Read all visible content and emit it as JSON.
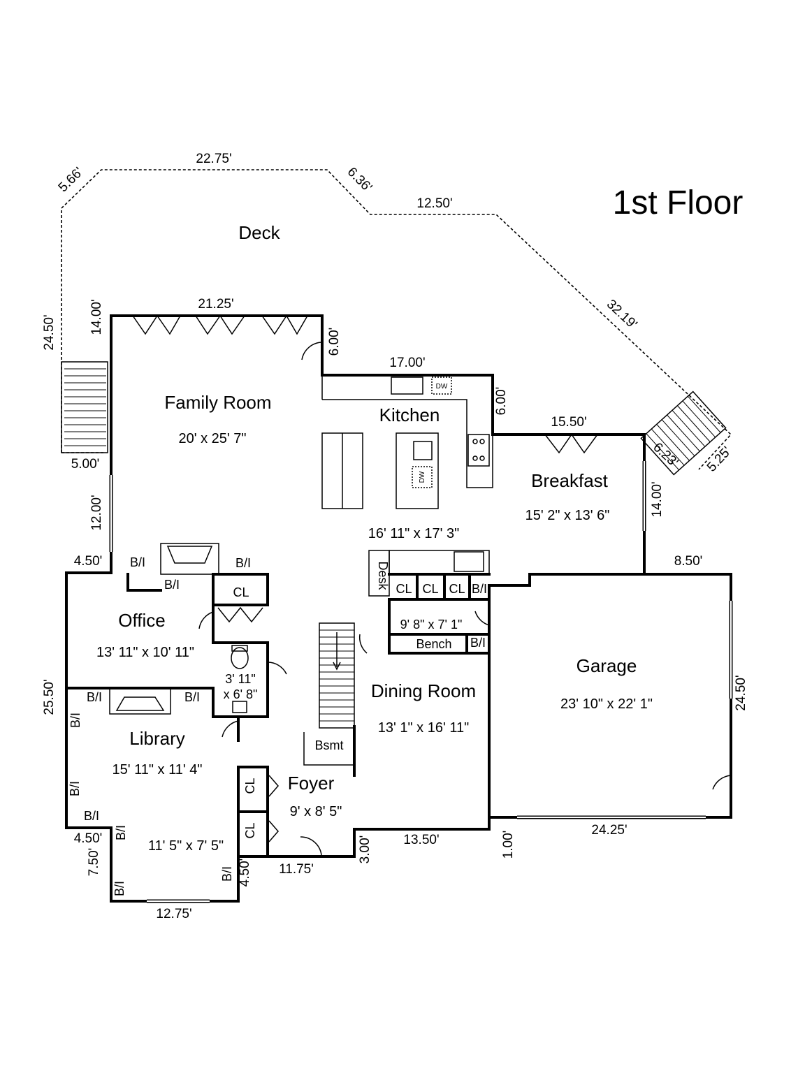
{
  "title": "1st Floor",
  "rooms": {
    "deck": {
      "name": "Deck"
    },
    "family_room": {
      "name": "Family Room",
      "size": "20' x 25' 7\""
    },
    "kitchen": {
      "name": "Kitchen",
      "size": "16' 11\" x 17' 3\""
    },
    "breakfast": {
      "name": "Breakfast",
      "size": "15' 2\" x 13' 6\""
    },
    "office": {
      "name": "Office",
      "size": "13' 11\" x 10' 11\""
    },
    "library": {
      "name": "Library",
      "size": "15' 11\" x 11' 4\"",
      "size2": "11' 5\" x 7' 5\""
    },
    "powder": {
      "size_line1": "3' 11\"",
      "size_line2": "x 6' 8\""
    },
    "mudroom": {
      "size": "9' 8\" x 7' 1\""
    },
    "dining_room": {
      "name": "Dining Room",
      "size": "13' 1\" x 16' 11\""
    },
    "foyer": {
      "name": "Foyer",
      "size": "9' x 8' 5\""
    },
    "garage": {
      "name": "Garage",
      "size": "23' 10\" x 22' 1\""
    }
  },
  "labels": {
    "bi": "B/I",
    "cl": "CL",
    "desk": "Desk",
    "bench": "Bench",
    "bsmt": "Bsmt",
    "dw": "DW"
  },
  "dimensions": {
    "deck_top": "22.75'",
    "deck_diag_left": "5.66'",
    "deck_diag_mid": "6.36'",
    "deck_right": "12.50'",
    "deck_long_diag": "32.19'",
    "deck_left": "24.50'",
    "family_left_top": "14.00'",
    "family_top": "21.25'",
    "family_step": "6.00'",
    "kitchen_top": "17.00'",
    "kitchen_right": "6.00'",
    "breakfast_top": "15.50'",
    "stair_diag": "6.23'",
    "stair_diag2": "5.25'",
    "breakfast_right": "14.00'",
    "stair_bottom": "5.00'",
    "family_left_low": "12.00'",
    "office_top_left": "4.50'",
    "garage_top": "8.50'",
    "left_wall": "25.50'",
    "garage_right": "24.50'",
    "library_step": "4.50'",
    "library_left_low": "7.50'",
    "library_bottom": "12.75'",
    "library_right_low": "4.50'",
    "foyer_bottom": "11.75'",
    "dining_step": "3.00'",
    "dining_bottom": "13.50'",
    "garage_step": "1.00'",
    "garage_bottom": "24.25'"
  }
}
